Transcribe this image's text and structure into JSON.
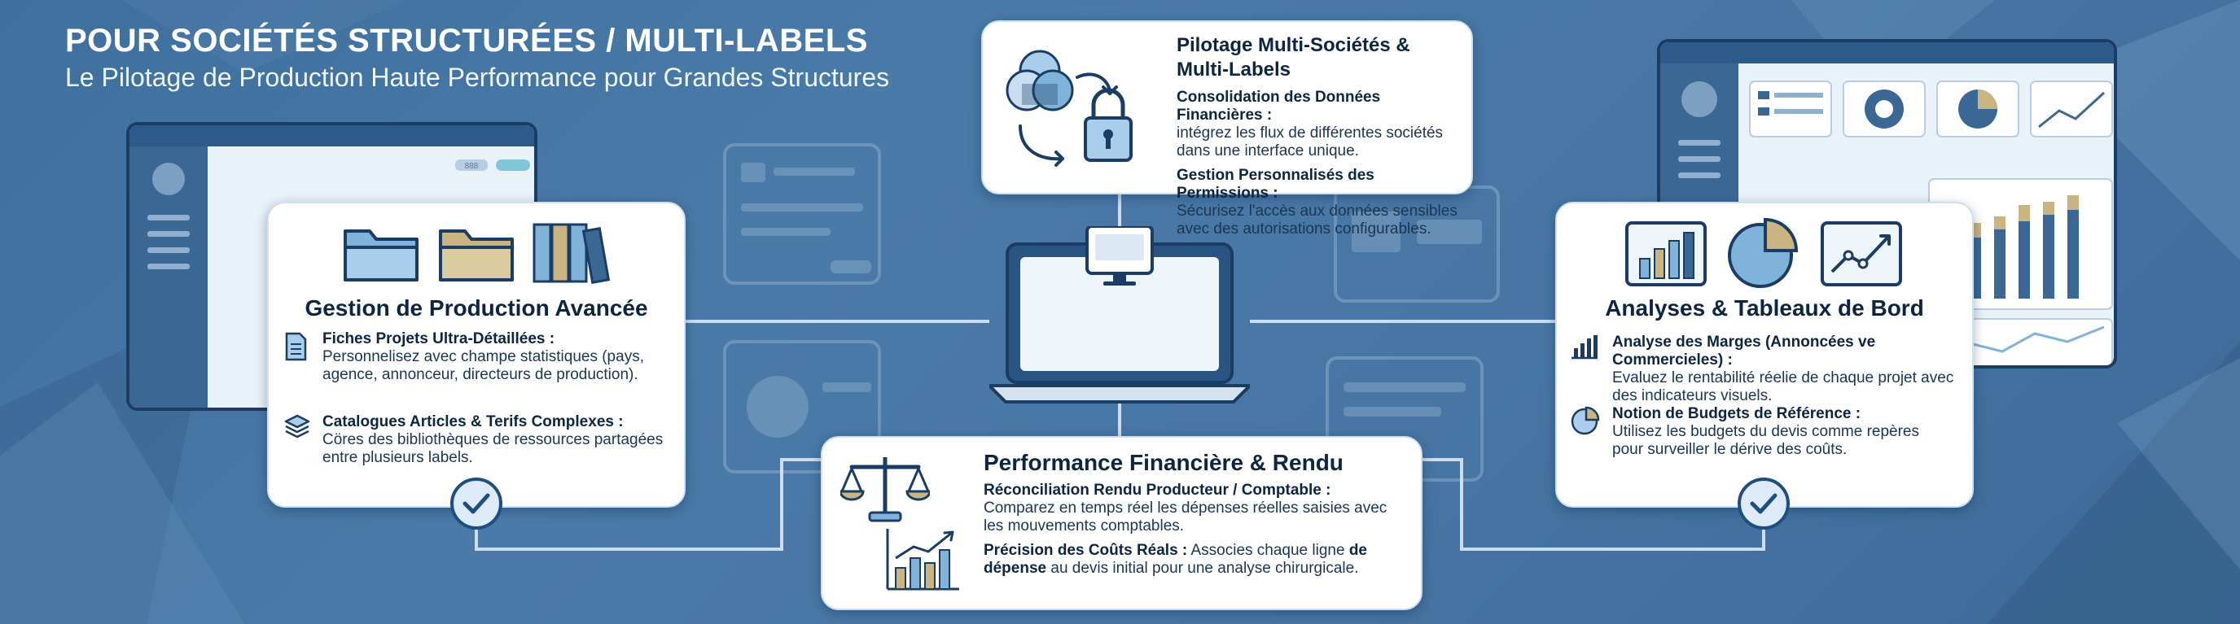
{
  "header": {
    "title": "POUR SOCIÉTÉS STRUCTURÉES / MULTI-LABELS",
    "subtitle": "Le Pilotage de Production Haute Performance pour Grandes Structures"
  },
  "colors": {
    "background": "#4676a4",
    "card": "#ffffff",
    "accent_dark": "#1b3d63",
    "accent_light": "#dcebf7",
    "folder_blue": "#7fb3d9",
    "folder_tan": "#c9b482"
  },
  "cards": {
    "multi": {
      "title": "Pilotage Multi-Sociétés & Multi-Labels",
      "items": [
        {
          "title": "Consolidation des Données Financières :",
          "text": "intégrez les flux de différentes sociétés dans une interface unique."
        },
        {
          "title": "Gestion Personnalisés des Permissions :",
          "text": "Sécurisez l'accès aux données sensibles avec des autorisations configurables."
        }
      ],
      "icons": [
        "database-cluster-icon",
        "padlock-icon",
        "cycle-arrows-icon"
      ]
    },
    "production": {
      "title": "Gestion de Production Avancée",
      "items": [
        {
          "title": "Fiches Projets Ultra-Détaillées :",
          "text": "Personnelisez avec champe statistiques (pays, agence, annonceur, directeurs de production)."
        },
        {
          "title": "Catalogues Articles & Terifs Complexes :",
          "text": "Cöres des bibliothèques de ressources partagées entre plusieurs labels."
        }
      ],
      "icons": [
        "folder-icon",
        "folder-tan-icon",
        "binders-icon",
        "document-icon",
        "stack-icon",
        "check-icon"
      ]
    },
    "finance": {
      "title": "Performance Financière & Rendu",
      "items": [
        {
          "title": "Réconciliation Rendu Producteur / Comptable :",
          "text": "Comparez en temps réel les dépenses réelles saisies avec les mouvements comptables."
        },
        {
          "title": "Précision des Coûts Réals :",
          "text_a": " Associes chaque ligne ",
          "bold": "de dépense",
          "text_b": " au devis initial pour une analyse chirurgicale."
        }
      ],
      "icons": [
        "scale-icon",
        "growth-chart-icon"
      ]
    },
    "analytics": {
      "title": "Analyses & Tableaux de Bord",
      "items": [
        {
          "title": "Analyse des Marges (Annoncées ve Commercieles) :",
          "text": "Evaluez le rentabilité réelie de chaque projet avec des indicateurs visuels."
        },
        {
          "title": "Notion de Budgets de Référence :",
          "text": "Utilisez les budgets du devis comme repères pour surveiller le dérive des coûts."
        }
      ],
      "icons": [
        "bar-chart-icon",
        "pie-chart-icon",
        "line-chart-icon",
        "check-icon"
      ]
    }
  },
  "screens": {
    "left_top_tag": "888"
  }
}
